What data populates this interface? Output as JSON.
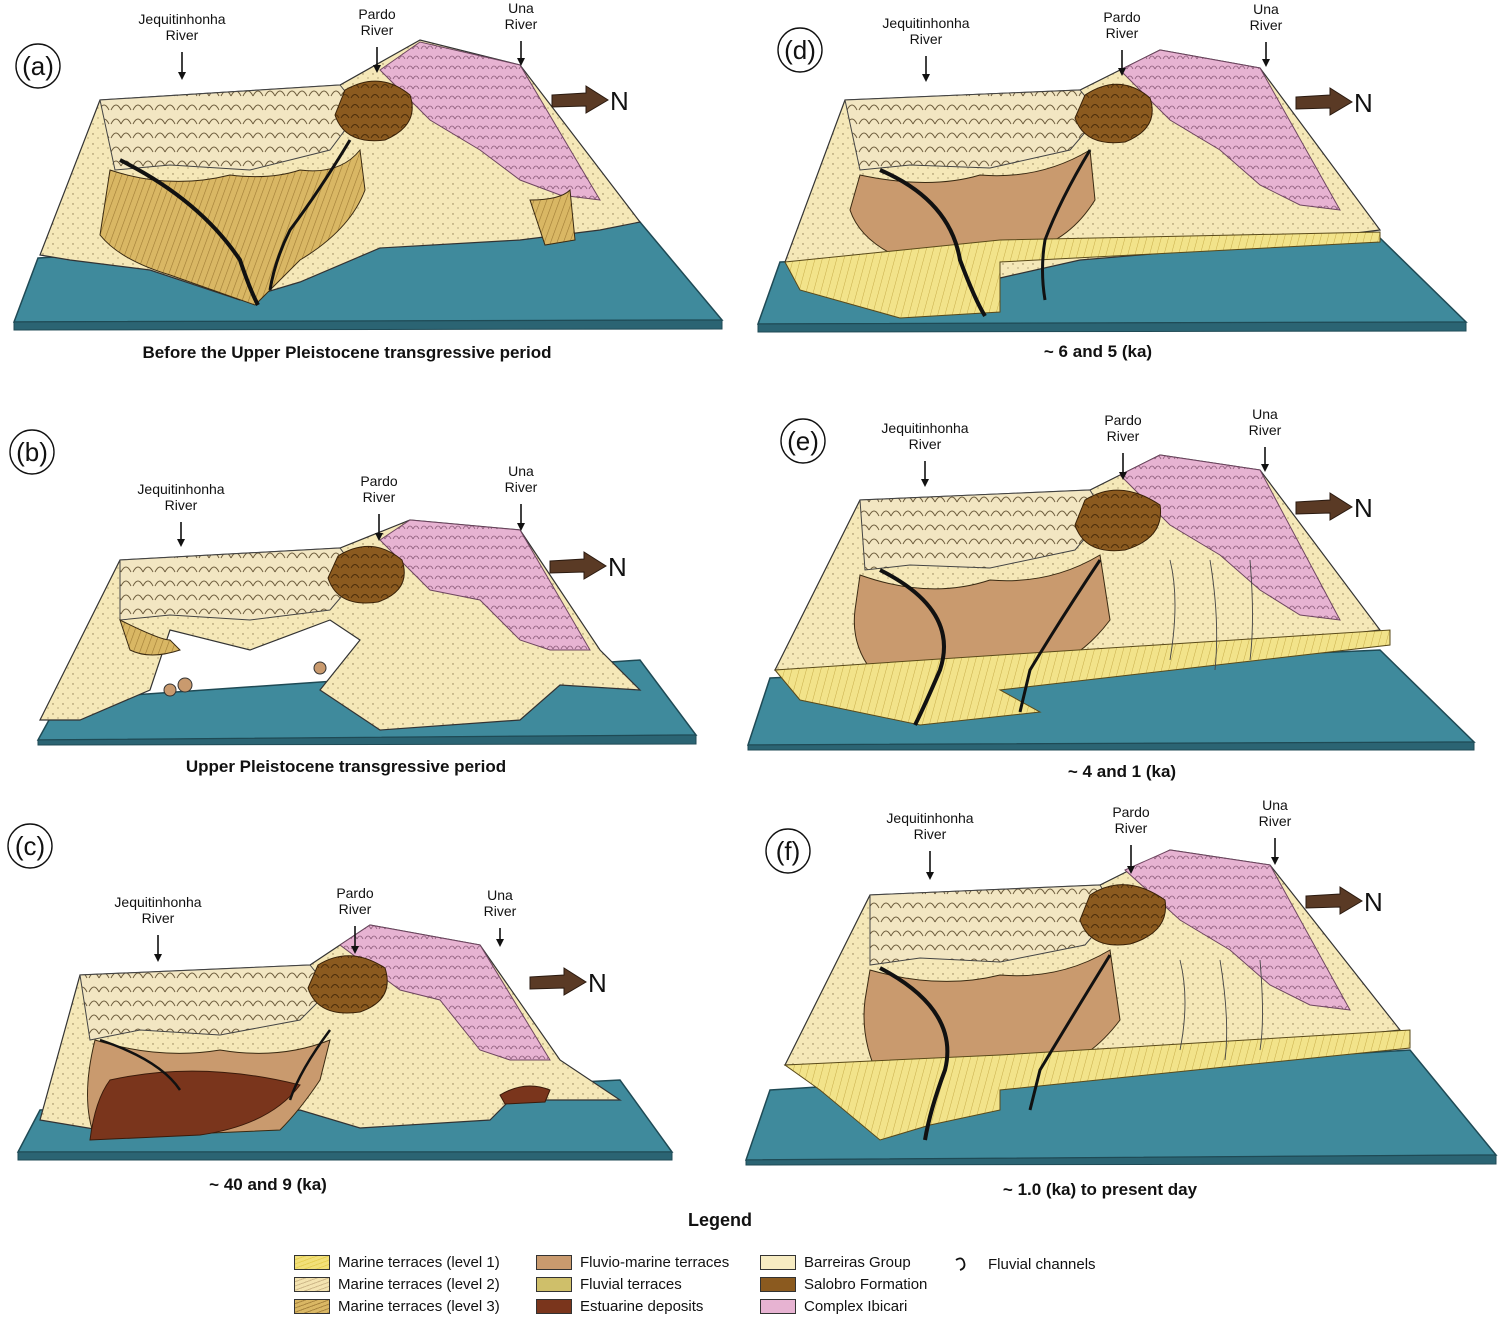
{
  "river_labels": {
    "jequitinhonha": [
      "Jequitinhonha",
      "River"
    ],
    "pardo": [
      "Pardo",
      "River"
    ],
    "una": [
      "Una",
      "River"
    ]
  },
  "north_label": "N",
  "panels": [
    {
      "letter": "(a)",
      "caption": "Before the Upper Pleistocene transgressive period"
    },
    {
      "letter": "(b)",
      "caption": "Upper Pleistocene transgressive period"
    },
    {
      "letter": "(c)",
      "caption": "~ 40 and 9 (ka)"
    },
    {
      "letter": "(d)",
      "caption": "~ 6 and 5 (ka)"
    },
    {
      "letter": "(e)",
      "caption": "~ 4 and 1 (ka)"
    },
    {
      "letter": "(f)",
      "caption": "~ 1.0 (ka) to present day"
    }
  ],
  "legend": {
    "title": "Legend",
    "items": [
      "Marine terraces (level 1)",
      "Marine terraces (level 2)",
      "Marine terraces (level 3)",
      "Fluvio-marine terraces",
      "Fluvial terraces",
      "Estuarine deposits",
      "Barreiras Group",
      "Salobro Formation",
      "Complex Ibicari",
      "Fluvial channels"
    ]
  },
  "colors": {
    "sea": "#3f8a9c",
    "sea_edge": "#2b6473",
    "barreiras": "#f5e8b8",
    "salobro": "#8b5a1f",
    "ibicari": "#e7b3d2",
    "fluvio_marine": "#c99a6e",
    "estuarine": "#7a351c",
    "marine_terrace_1": "#f2e079",
    "marine_terrace_3": "#d9b764"
  }
}
